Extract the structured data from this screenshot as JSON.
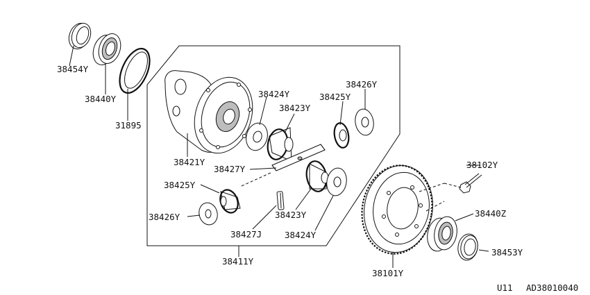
{
  "parts": {
    "seal_left": "38454Y",
    "bearing_left": "38440Y",
    "speedo_gear": "31895",
    "diff_case": "38421Y",
    "thrust_washer_side_top": "38424Y",
    "side_gear_top": "38423Y",
    "pinion_gear_right": "38425Y",
    "pinion_washer_right": "38426Y",
    "pinion_shaft": "38427Y",
    "pinion_gear_left": "38425Y",
    "pinion_washer_left": "38426Y",
    "lock_pin": "38427J",
    "side_gear_bottom": "38423Y",
    "thrust_washer_side_bottom": "38424Y",
    "diff_assembly": "38411Y",
    "ring_gear": "38101Y",
    "ring_gear_bolt": "38102Y",
    "bearing_right": "38440Z",
    "seal_right": "38453Y"
  },
  "footer": {
    "model_code": "U11",
    "diagram_code": "AD38010040"
  }
}
